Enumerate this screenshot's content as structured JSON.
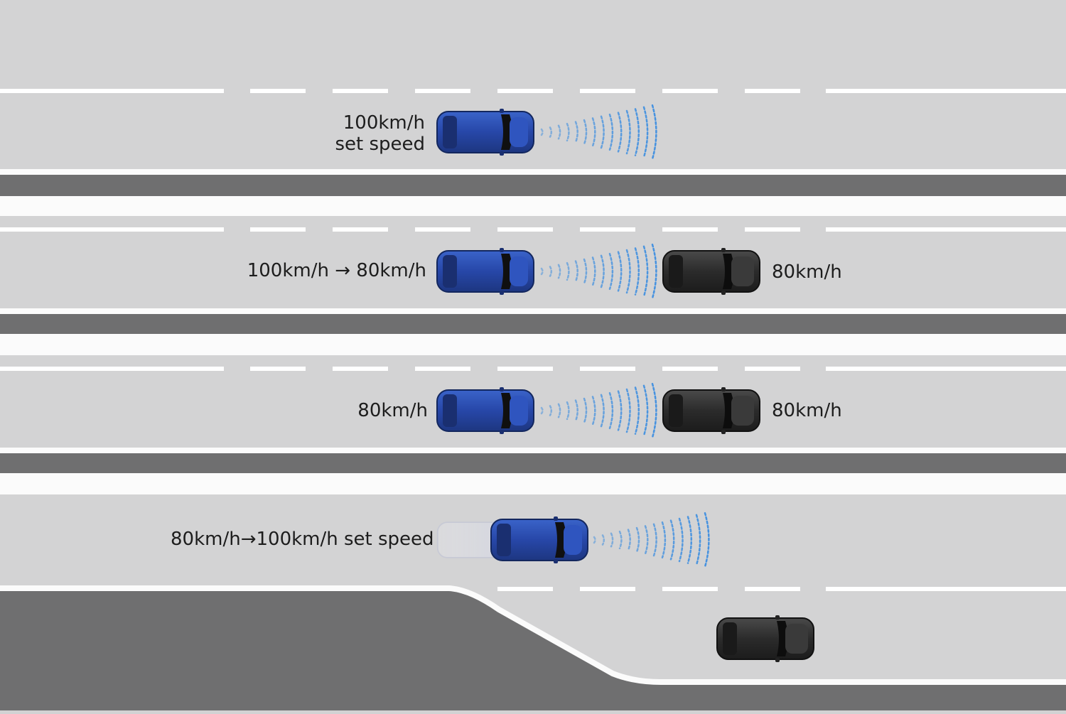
{
  "colors": {
    "road": "#d3d3d4",
    "white_band": "#fbfbfb",
    "median": "#6f6f70",
    "lane_marking": "#ffffff",
    "ego_car": "#2747a8",
    "lead_car": "#2b2b2b",
    "radar_wave": "#3f8fe0"
  },
  "panels": [
    {
      "ego_label_line1": "100km/h",
      "ego_label_line2": "set speed",
      "lead_label": ""
    },
    {
      "ego_label": "100km/h → 80km/h",
      "lead_label": "80km/h"
    },
    {
      "ego_label": "80km/h",
      "lead_label": "80km/h"
    },
    {
      "ego_label": "80km/h→100km/h set speed",
      "lead_label": ""
    }
  ],
  "icons": [
    "ego-car-icon",
    "lead-car-icon",
    "radar-wave-icon",
    "ghost-car-icon"
  ]
}
